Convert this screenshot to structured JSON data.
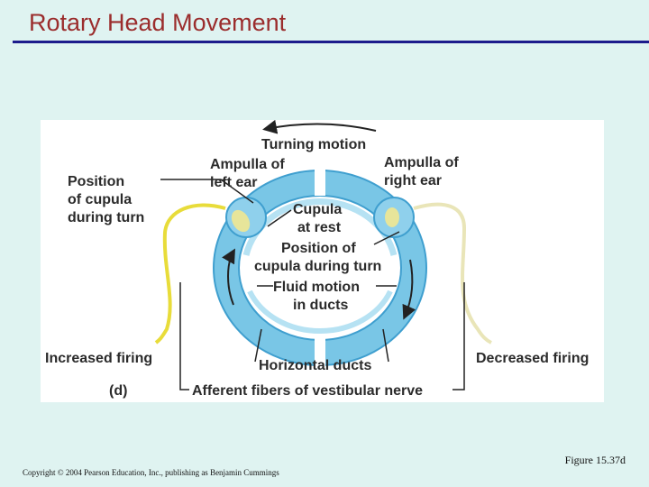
{
  "slide": {
    "title": "Rotary Head Movement",
    "figure_number": "Figure 15.37d",
    "copyright": "Copyright © 2004 Pearson Education, Inc., publishing as Benjamin Cummings"
  },
  "diagram": {
    "labels": {
      "turning_motion": "Turning motion",
      "ampulla_left_1": "Ampulla of",
      "ampulla_left_2": "left ear",
      "ampulla_right_1": "Ampulla of",
      "ampulla_right_2": "right ear",
      "position_cupula_1": "Position",
      "position_cupula_2": "of cupula",
      "position_cupula_3": "during turn",
      "cupula_rest_1": "Cupula",
      "cupula_rest_2": "at rest",
      "position_of_1": "Position of",
      "position_of_2": "cupula during turn",
      "fluid_motion_1": "Fluid motion",
      "fluid_motion_2": "in ducts",
      "increased_firing": "Increased firing",
      "decreased_firing": "Decreased firing",
      "horizontal_ducts": "Horizontal ducts",
      "afferent_fibers": "Afferent fibers of vestibular nerve",
      "panel_letter": "(d)"
    },
    "colors": {
      "duct_outer": "#79c6e6",
      "duct_inner": "#b6e2f3",
      "duct_dark": "#3f9fcf",
      "nerve_left": "#e8dc3a",
      "nerve_right": "#e9e5b8",
      "leader": "#222222"
    }
  }
}
